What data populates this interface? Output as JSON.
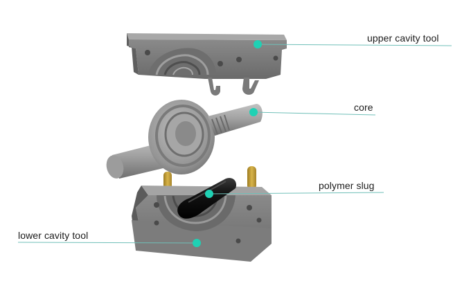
{
  "diagram": {
    "labels": {
      "upper": "upper cavity tool",
      "core": "core",
      "slug": "polymer slug",
      "lower": "lower cavity tool"
    }
  },
  "colors": {
    "leader_line": "#6fbfb8",
    "marker": "#1fd1b4",
    "steel": "#8e8e8e",
    "steel_dark": "#5e5e5e",
    "steel_light": "#b4b4b4",
    "slug": "#111111",
    "pin": "#c9a23a"
  }
}
